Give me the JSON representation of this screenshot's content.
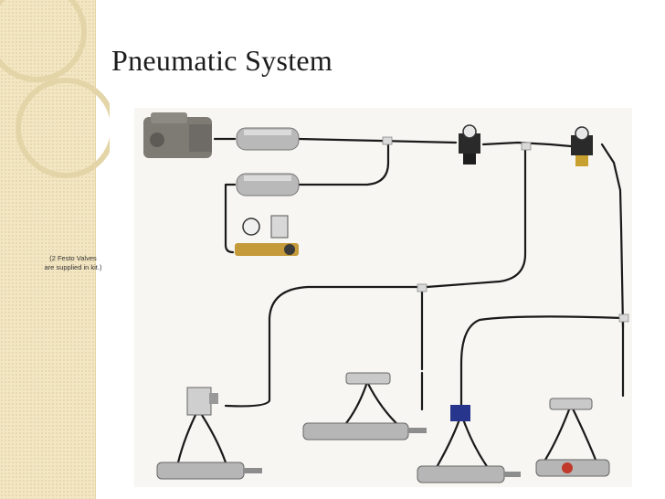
{
  "slide": {
    "title": "Pneumatic System"
  },
  "photo": {
    "note_line1": "(2 Festo Valves",
    "note_line2": "are supplied in kit.)"
  },
  "colors": {
    "side_band": "#f3e7c3",
    "tubing": "#1a1a1a",
    "cylinder_metal": "#b9b9b9",
    "fitting": "#d9d9d9"
  }
}
